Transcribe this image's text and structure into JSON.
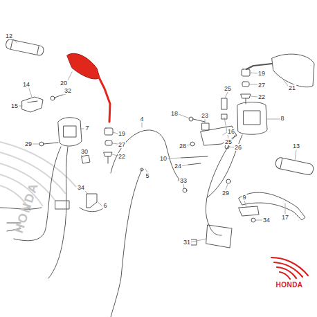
{
  "diagram": {
    "labels": [
      "12",
      "20",
      "25",
      "19",
      "21",
      "14",
      "32",
      "27",
      "22",
      "15",
      "23",
      "18",
      "16",
      "8",
      "7",
      "19",
      "4",
      "29",
      "27",
      "25",
      "26",
      "28",
      "22",
      "30",
      "10",
      "13",
      "24",
      "5",
      "33",
      "34",
      "29",
      "9",
      "6",
      "17",
      "34",
      "31",
      "HONDA",
      "HONDA"
    ]
  }
}
